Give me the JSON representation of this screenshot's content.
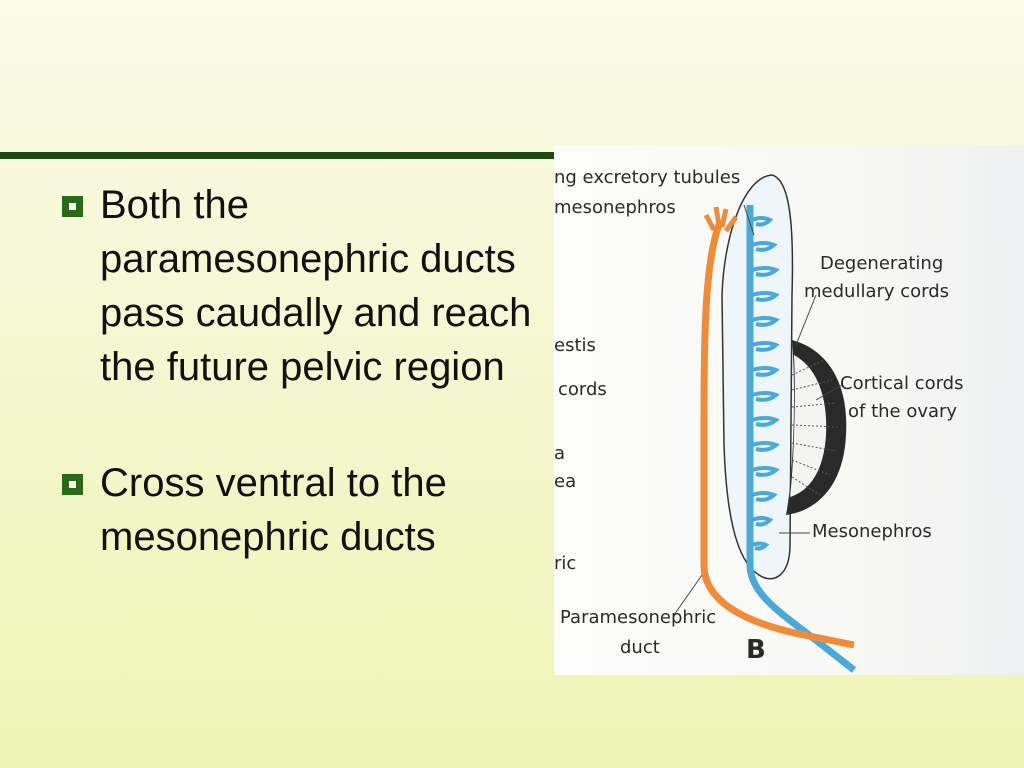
{
  "slide": {
    "bullets": [
      {
        "text": "Both the paramesonephric ducts pass caudally and reach the future pelvic region"
      },
      {
        "text": "Cross ventral to the mesonephric ducts"
      }
    ]
  },
  "figure": {
    "labels": {
      "excretory_tubules": "ng excretory tubules",
      "mesonephros_top": "mesonephros",
      "degenerating_1": "Degenerating",
      "degenerating_2": "medullary cords",
      "testis": "estis",
      "cords": "cords",
      "cortical_1": "Cortical cords",
      "cortical_2": "of the ovary",
      "a": "a",
      "ea": "ea",
      "ric": "ric",
      "mesonephros": "Mesonephros",
      "paramesonephric_1": "Paramesonephric",
      "paramesonephric_2": "duct",
      "panel_letter": "B"
    },
    "colors": {
      "orange_duct": "#f08b3a",
      "blue_duct": "#4aa9d8",
      "ovary": "#2a2a2a"
    }
  }
}
